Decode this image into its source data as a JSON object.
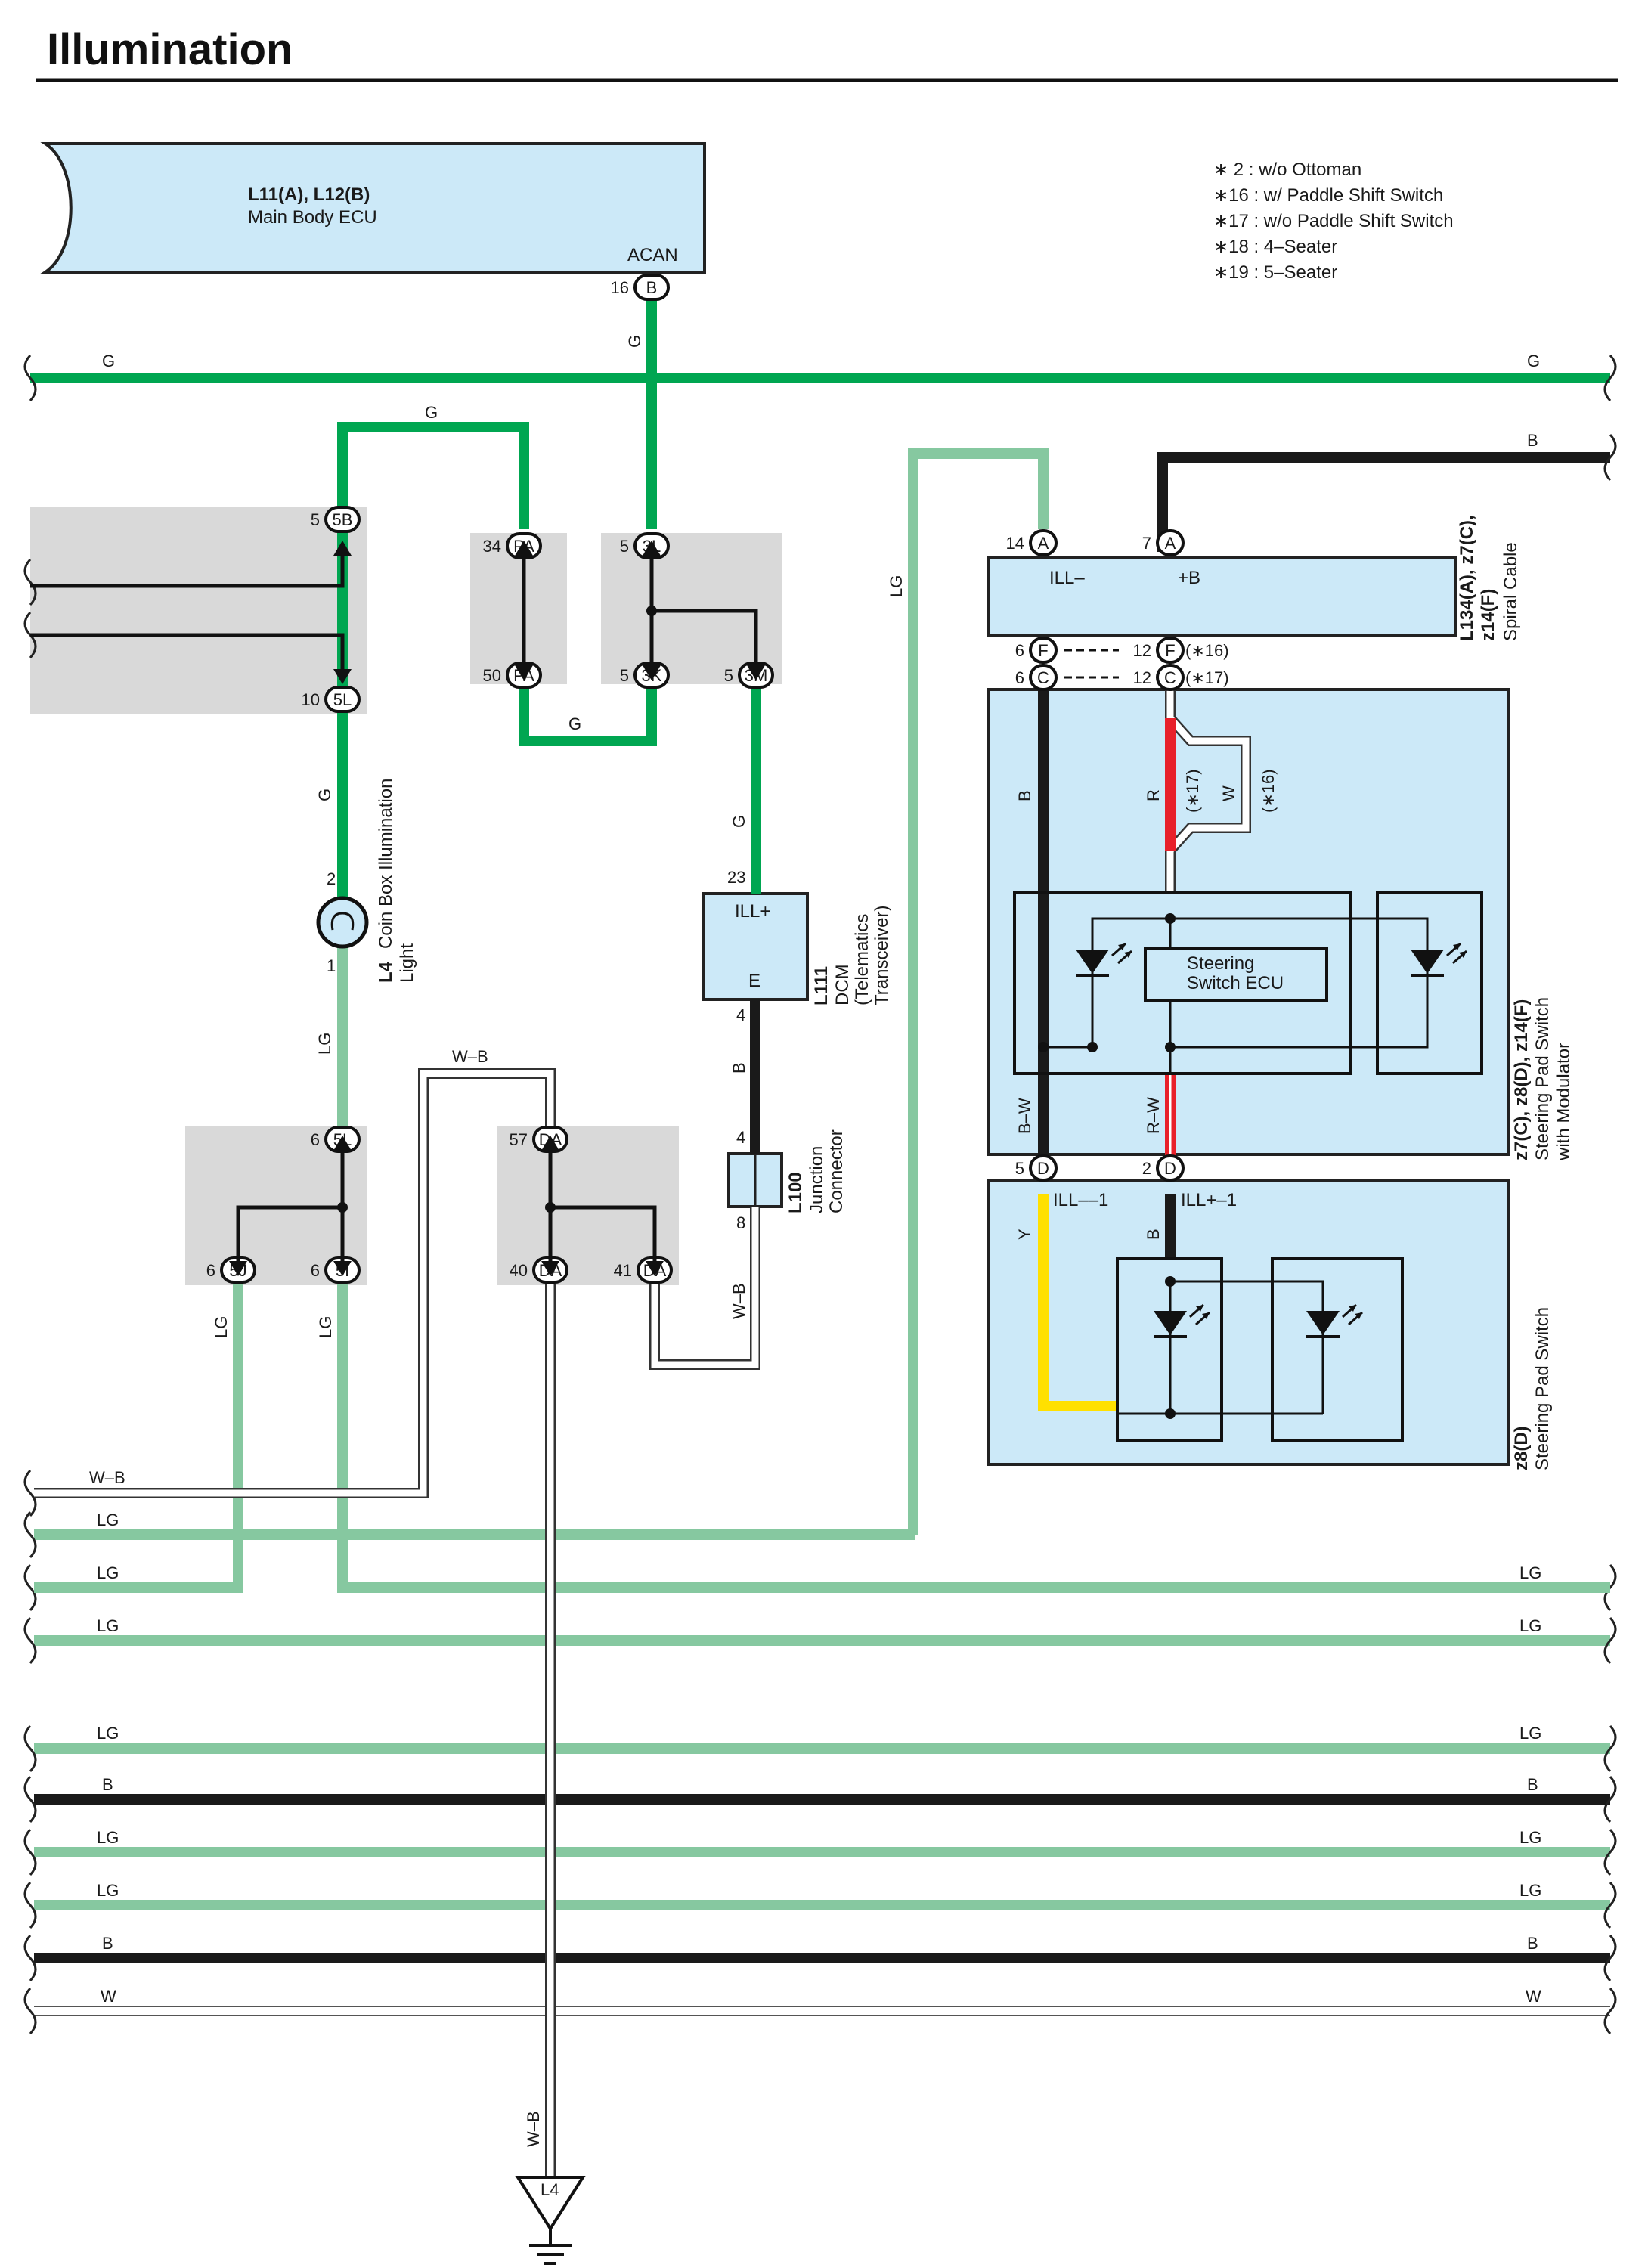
{
  "title": "Illumination",
  "notes": [
    "∗ 2 : w/o Ottoman",
    "∗16 : w/ Paddle Shift Switch",
    "∗17 : w/o Paddle Shift Switch",
    "∗18 : 4–Seater",
    "∗19 : 5–Seater"
  ],
  "components": {
    "main_body_ecu": {
      "code": "L11(A), L12(B)",
      "name": "Main Body ECU",
      "terminal": "ACAN",
      "pin": "16",
      "conn": "B"
    },
    "spiral_cable": {
      "code": "L134(A), z7(C),",
      "code2": "z14(F)",
      "name": "Spiral Cable",
      "t1": "ILL–",
      "t2": "+B"
    },
    "coin_box_light": {
      "code": "L4",
      "name": "Coin Box Illumination",
      "name2": "Light",
      "pin_top": "2",
      "pin_bottom": "1"
    },
    "dcm": {
      "code": "L111",
      "name": "DCM",
      "name2": "(Telematics",
      "name3": "Transceiver)",
      "t1": "ILL+",
      "t2": "E",
      "pin_top": "23",
      "pin_bottom": "4"
    },
    "junction_connector": {
      "code": "L100",
      "name": "Junction",
      "name2": "Connector",
      "pin_top": "4",
      "pin_bottom": "8"
    },
    "steering_pad_switch_mod": {
      "code": "z7(C), z8(D), z14(F)",
      "name": "Steering Pad Switch",
      "name2": "with Modulator"
    },
    "steering_switch_ecu": {
      "line1": "Steering",
      "line2": "Switch ECU"
    },
    "steering_pad_switch": {
      "code": "z8(D)",
      "name": "Steering Pad Switch",
      "t1": "ILL––1",
      "t2": "ILL+–1"
    },
    "ground": {
      "label": "L4"
    }
  },
  "connectors": {
    "c5B": {
      "pin": "5",
      "id": "5B"
    },
    "c5L_top": {
      "pin": "10",
      "id": "5L"
    },
    "cPA_top": {
      "pin": "34",
      "id": "PA"
    },
    "cPA_bot": {
      "pin": "50",
      "id": "PA"
    },
    "c3L": {
      "pin": "5",
      "id": "3L"
    },
    "c3K": {
      "pin": "5",
      "id": "3K"
    },
    "c3M": {
      "pin": "5",
      "id": "3M"
    },
    "c5L_bot": {
      "pin": "6",
      "id": "5L"
    },
    "c5J": {
      "pin": "6",
      "id": "5J"
    },
    "c5I": {
      "pin": "6",
      "id": "5I"
    },
    "cDA_top": {
      "pin": "57",
      "id": "DA"
    },
    "cDA_l": {
      "pin": "40",
      "id": "DA"
    },
    "cDA_r": {
      "pin": "41",
      "id": "DA"
    },
    "cA_l": {
      "pin": "14",
      "id": "A"
    },
    "cA_r": {
      "pin": "7",
      "id": "A"
    },
    "cF_l": {
      "pin": "6",
      "id": "F"
    },
    "cF_r": {
      "pin": "12",
      "id": "F",
      "note": "(∗16)"
    },
    "cC_l": {
      "pin": "6",
      "id": "C"
    },
    "cC_r": {
      "pin": "12",
      "id": "C",
      "note": "(∗17)"
    },
    "cD_l": {
      "pin": "5",
      "id": "D"
    },
    "cD_r": {
      "pin": "2",
      "id": "D"
    }
  },
  "wire_labels": {
    "g": "G",
    "lg": "LG",
    "b": "B",
    "w": "W",
    "wb": "W–B",
    "bw": "B–W",
    "r": "R",
    "rw": "R–W",
    "y": "Y",
    "n17": "(∗17)",
    "n16": "(∗16)"
  },
  "colors": {
    "green": "#00a651",
    "light_green": "#86c8a0",
    "black": "#1a1a1a",
    "red": "#e8202a",
    "yellow": "#ffe000",
    "component_fill": "#cce9f8",
    "connector_gray": "#d9d9d9"
  }
}
